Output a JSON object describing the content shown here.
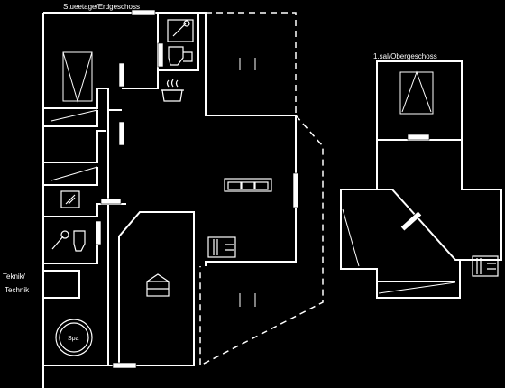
{
  "floors": {
    "ground": {
      "title": "Stueetage/Erdgeschoss"
    },
    "upper": {
      "title": "1.sal/Obergeschoss"
    }
  },
  "rooms": {
    "technical": {
      "line1": "Teknik/",
      "line2": "Technik"
    },
    "spa": {
      "label": "Spa"
    }
  },
  "icons": [
    "shower-icon",
    "toilet-icon",
    "kitchen-pot-icon",
    "sofa-icon",
    "bed-icon",
    "bunk-bed-icon",
    "washing-machine-icon",
    "spa-icon"
  ]
}
